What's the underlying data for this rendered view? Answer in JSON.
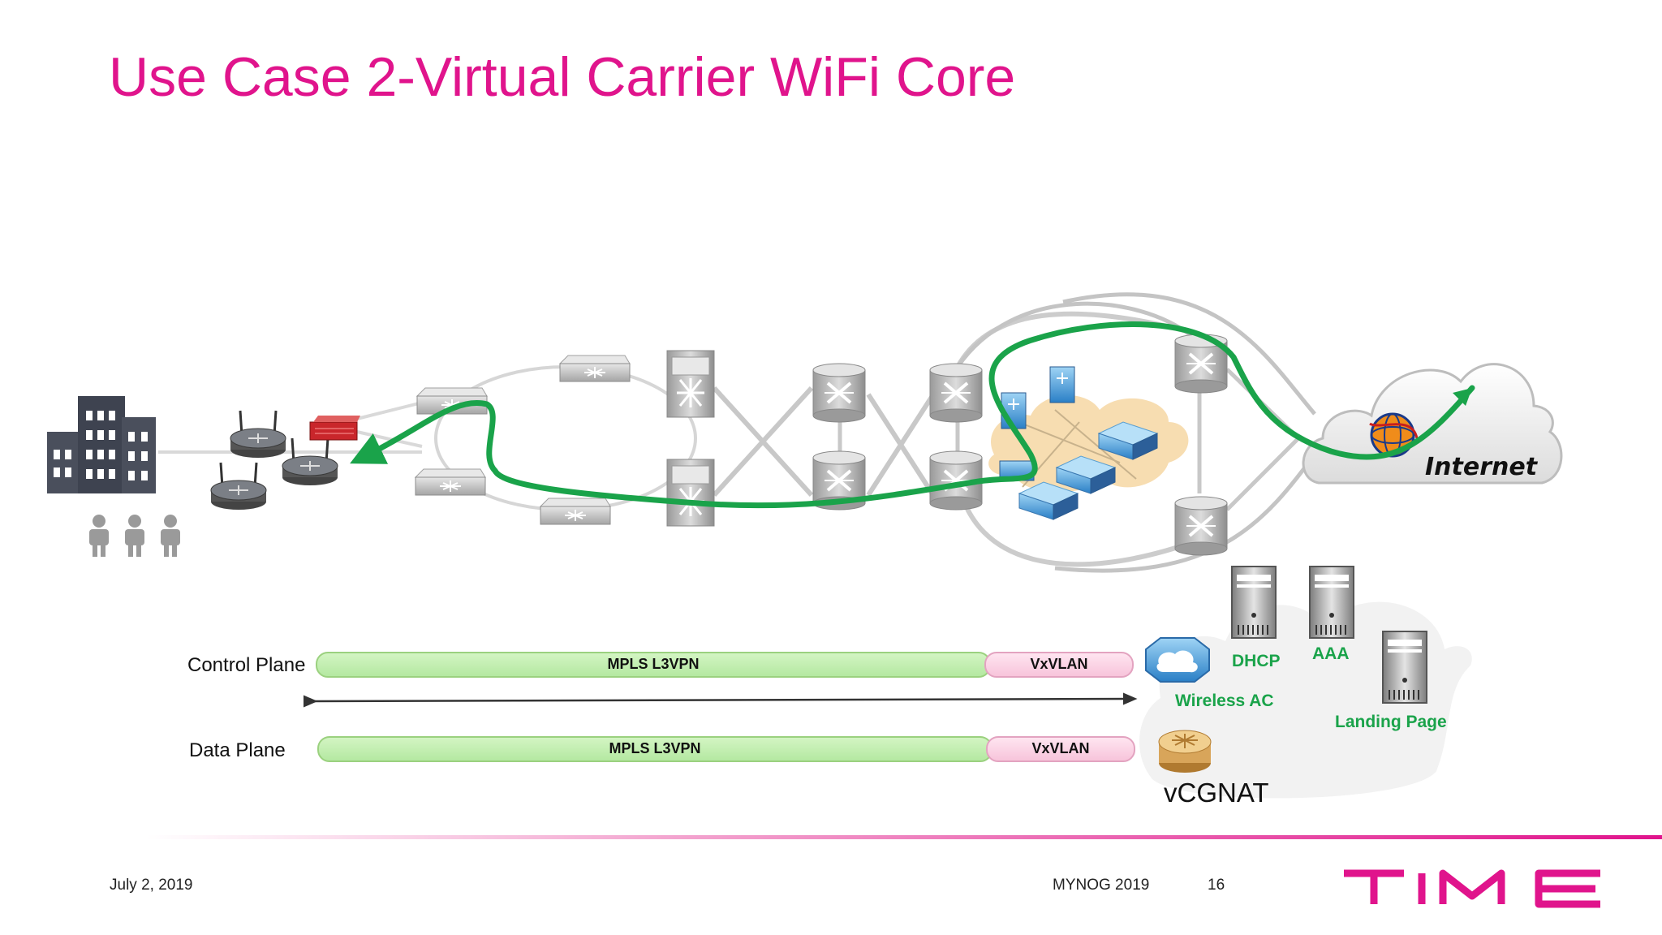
{
  "slide": {
    "title": "Use Case 2-Virtual Carrier WiFi Core",
    "accent_color": "#e0148c",
    "path_color": "#1aa34a"
  },
  "diagram": {
    "internet_label": "Internet",
    "control_plane": {
      "label": "Control Plane",
      "segment1": "MPLS L3VPN",
      "segment2": "VxVLAN"
    },
    "data_plane": {
      "label": "Data Plane",
      "segment1": "MPLS L3VPN",
      "segment2": "VxVLAN"
    },
    "services": {
      "wireless_ac": "Wireless AC",
      "dhcp": "DHCP",
      "aaa": "AAA",
      "landing_page": "Landing Page",
      "vcgnat": "vCGNAT"
    }
  },
  "footer": {
    "date": "July 2, 2019",
    "event": "MYNOG 2019",
    "page_number": "16",
    "logo_text": "TIME"
  }
}
